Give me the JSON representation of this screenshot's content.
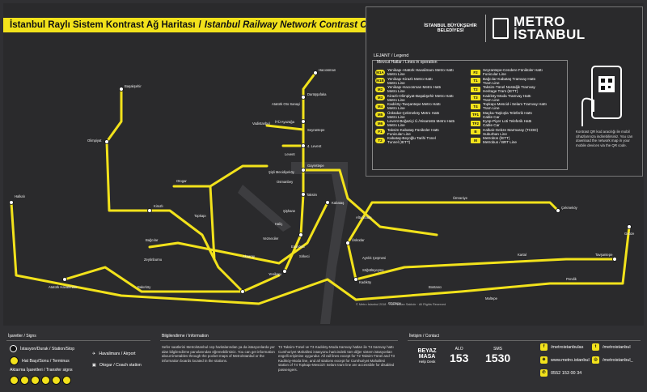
{
  "title": {
    "tr": "İstanbul Raylı Sistem Kontrast Ağ Haritası",
    "sep": "/",
    "en": "Istanbul Railway Network Contrast Color Map"
  },
  "logo": {
    "ibb": "İSTANBUL BÜYÜKŞEHİR BELEDİYESİ",
    "metro": "METRO",
    "istanbul": "İSTANBUL"
  },
  "legend": {
    "title": "LEJANT / Legend",
    "head": "Mevcut Hatlar / Lines in operation",
    "left": [
      {
        "code": "M1A",
        "tr": "Yenikapı-Atatürk Havalimanı Metro Hattı",
        "en": "Metro Line"
      },
      {
        "code": "M1B",
        "tr": "Yenikapı-Kirazlı Metro Hattı",
        "en": "Metro Line"
      },
      {
        "code": "M2",
        "tr": "Yenikapı-Hacıosman Metro Hattı",
        "en": "Metro Line"
      },
      {
        "code": "M3",
        "tr": "Kirazlı-Olimpiyat-Başakşehir Metro Hattı",
        "en": "Metro Line"
      },
      {
        "code": "M4",
        "tr": "Kadıköy-Tavşantepe Metro Hattı",
        "en": "Metro Line"
      },
      {
        "code": "M5",
        "tr": "Üsküdar-Çekmeköy Metro Hattı",
        "en": "Metro Line"
      },
      {
        "code": "M6",
        "tr": "Levent-Boğaziçi Ü./Hisarüstü Metro Hattı",
        "en": "Metro Line"
      },
      {
        "code": "F1",
        "tr": "Taksim-Kabataş Füniküler Hattı",
        "en": "Funicular Line"
      },
      {
        "code": "T2",
        "tr": "Kabataş-Beyoğlu Tarihi Tünel",
        "en": "Tunnel (IETT)"
      }
    ],
    "right": [
      {
        "code": "F2",
        "tr": "Seyrantepe-Cendere Füniküler Hattı",
        "en": "Funicular Line"
      },
      {
        "code": "T1",
        "tr": "Bağcılar-Kabataş Tramvay Hattı",
        "en": "Tram Line"
      },
      {
        "code": "T2",
        "tr": "Taksim-Tünel Nostaljik Tramvay",
        "en": "Heritage Tram (IETT)"
      },
      {
        "code": "T3",
        "tr": "Kadıköy-Moda Tramvay Hattı",
        "en": "Tram Line"
      },
      {
        "code": "T4",
        "tr": "Topkapı-Mescid-i Selam Tramvay Hattı",
        "en": "Tram Line"
      },
      {
        "code": "TF1",
        "tr": "Maçka-Taşkışla Teleferik Hattı",
        "en": "Cable Car"
      },
      {
        "code": "TF2",
        "tr": "Eyüp-Piyer Loti Teleferik Hattı",
        "en": "Cable Car"
      },
      {
        "code": "B",
        "tr": "Halkalı-Gebze Marmaray (TCDD)",
        "en": "Suburban Line"
      },
      {
        "code": "M",
        "tr": "Metrobüs (İETT)",
        "en": "Metrobus / BRT Line"
      }
    ],
    "qr_text": "Kontrast QR kod aracılığı ile mobil cihazlarınıza indirebilirsiniz. You can download the network map in your mobile devices via the QR code."
  },
  "copyright": "© Metro İstanbul 2018 · Tüm hakları Saklıdır · All Rights Reserved",
  "stations": [
    "Hacıosman",
    "Darüşşafaka",
    "Atatürk Oto Sanayi",
    "İTÜ Ayazağa",
    "Seyrantepe",
    "Vadistanbul",
    "4. Levent",
    "Levent",
    "Gayrettepe",
    "Şişli Mecidiyeköy",
    "Osmanbey",
    "Taksim",
    "Şişhane",
    "Haliç",
    "Vezneciler",
    "Yenikapı",
    "Aksaray",
    "Kabataş",
    "Üsküdar",
    "Kadıköy",
    "Ayrılık Çeşmesi",
    "Bostancı",
    "Kartal",
    "Tavşantepe",
    "Pendik",
    "Gebze",
    "Çekmeköy",
    "Ümraniye",
    "Altunizade",
    "Kirazlı",
    "Bağcılar",
    "Zeytinburnu",
    "Bakırköy",
    "Atatürk Havalimanı",
    "Halkalı",
    "Olimpiyat",
    "Başakşehir",
    "Otogar",
    "Topkapı",
    "Eminönü",
    "Sirkeci",
    "Göztepe",
    "Söğütlüçeşme",
    "Maltepe",
    "Gebze"
  ],
  "bottom": {
    "signs_title": "İşaretler / Signs",
    "stop": "İstasyon/Durak / Station/Stop",
    "terminus": "Hat Başı/Sonu / Terminus",
    "transfer": "Aktarma İşaretleri / Transfer signs",
    "airport": "Havalimanı / Airport",
    "coach": "Otogar / Coach station",
    "info_title": "Bilgilendirme / Information",
    "info1": "Sefer saatlerini Metroİstanbul cep haritalarından ya da istasyonlarda yer alan bilgilendirme panolarından öğrenebilirsiniz. You can get information about timetables through the pocket maps of Metroİstanbul or the information boards located in the stations.",
    "info2": "T2 Taksim-Tünel ve T3 Kadıköy-Moda tramvay hatları ile T4 tramvay hattı Cumhuriyet Mahallesi istasyonu haricindeki tüm diğer sistem istasyonları engelli erişimine uygundur. All rail lines except for T2 Taksim-Tünel and T3 Kadıköy-Moda line, and all stations except for Cumhuriyet Mahallesi station of T4 Topkapı-Mescid-i Selam tram line are accessible for disabled passengers.",
    "contact_title": "İletişim / Contact",
    "beyaz": "BEYAZ MASA",
    "help": "Help Desk",
    "alo_label": "ALO",
    "alo": "153",
    "sms_label": "SMS",
    "sms": "1530",
    "facebook": "/metroistanbulas",
    "twitter": "/metroistanbul",
    "web": "www.metro.istanbul",
    "instagram": "/metroistanbul_",
    "whatsapp": "0552 153 00 34"
  },
  "colors": {
    "line": "#f2e21b",
    "background": "#2a2a2c",
    "water": "#4a4a4d"
  }
}
